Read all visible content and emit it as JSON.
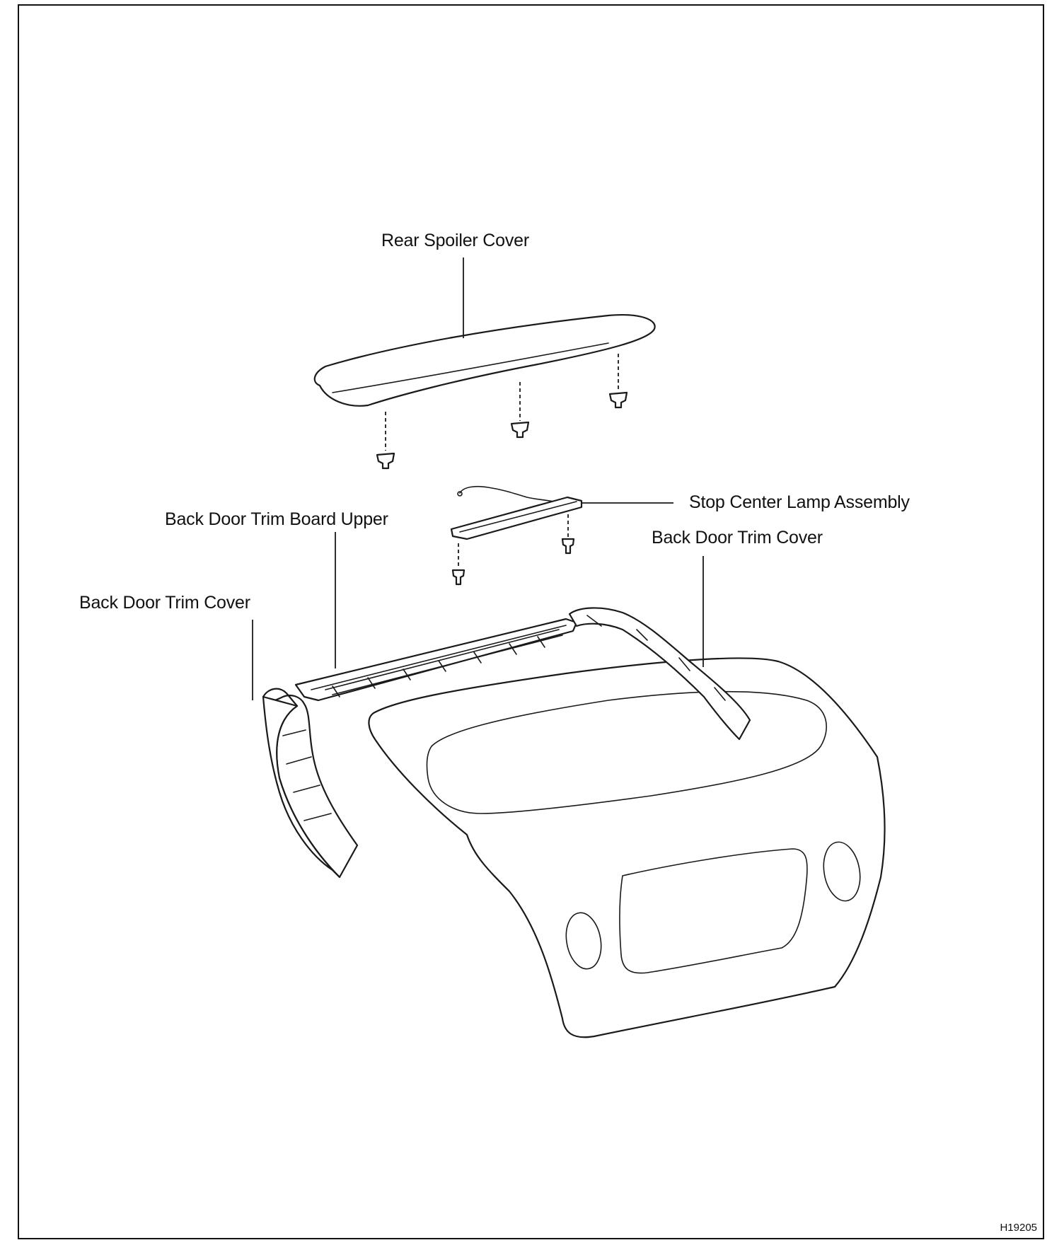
{
  "labels": {
    "rear_spoiler_cover": "Rear Spoiler Cover",
    "stop_center_lamp_assembly": "Stop Center Lamp Assembly",
    "back_door_trim_board_upper": "Back Door Trim Board Upper",
    "back_door_trim_cover_right": "Back Door Trim Cover",
    "back_door_trim_cover_left": "Back Door Trim Cover"
  },
  "figure_code": "H19205"
}
